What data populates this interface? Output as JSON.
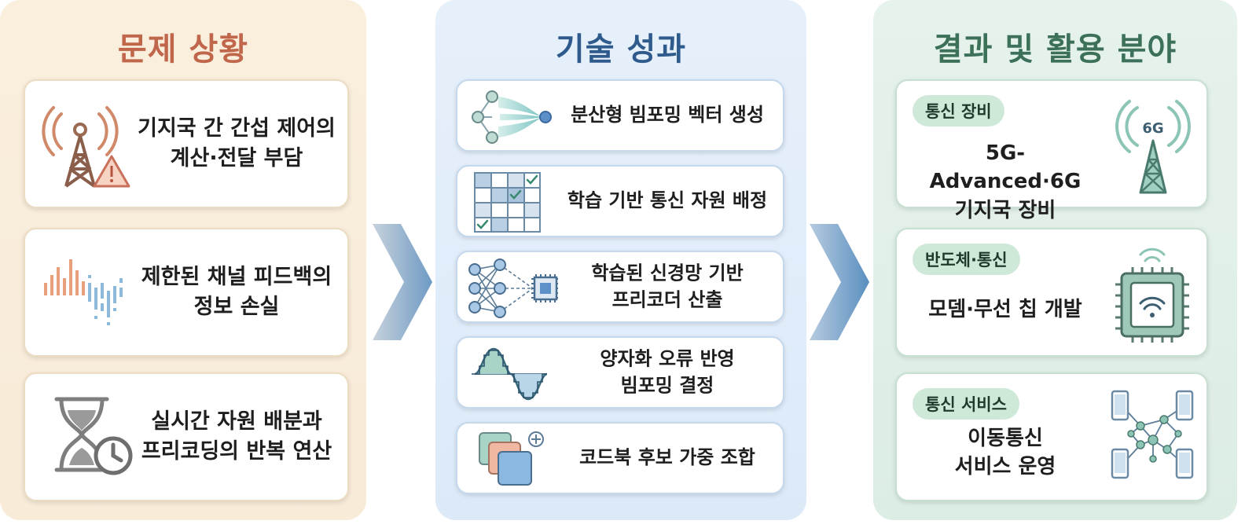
{
  "colors": {
    "problem_bg": "#f8ebd8",
    "tech_bg": "#dceaf8",
    "result_bg": "#dcede4",
    "problem_title": "#c0664a",
    "tech_title": "#2e5b8c",
    "result_title": "#3c7058",
    "pill_bg": "#cfe9d8"
  },
  "problem": {
    "title": "문제 상황",
    "cards": [
      {
        "icon": "cell-tower-warning-icon",
        "line1": "기지국 간 간섭 제어의",
        "line2": "계산·전달 부담"
      },
      {
        "icon": "signal-bars-icon",
        "line1": "제한된 채널 피드백의",
        "line2": "정보 손실"
      },
      {
        "icon": "hourglass-clock-icon",
        "line1": "실시간 자원 배분과",
        "line2": "프리코딩의 반복 연산"
      }
    ]
  },
  "tech": {
    "title": "기술 성과",
    "cards": [
      {
        "icon": "beam-fan-icon",
        "line1": "분산형 빔포밍 벡터 생성"
      },
      {
        "icon": "grid-check-icon",
        "line1": "학습 기반 통신 자원 배정"
      },
      {
        "icon": "neural-network-chip-icon",
        "line1": "학습된 신경망 기반",
        "line2": "프리코더 산출"
      },
      {
        "icon": "quantized-wave-icon",
        "line1": "양자화 오류 반영",
        "line2": "빔포밍 결정"
      },
      {
        "icon": "codebook-stack-icon",
        "line1": "코드북 후보 가중 조합"
      }
    ]
  },
  "result": {
    "title": "결과 및 활용 분야",
    "cards": [
      {
        "icon": "6g-tower-icon",
        "tag": "통신 장비",
        "line1": "5G-Advanced·6G",
        "line2": "기지국 장비",
        "badge": "6G"
      },
      {
        "icon": "wifi-chip-icon",
        "tag": "반도체·통신",
        "line1": "모뎀·무선 칩 개발"
      },
      {
        "icon": "device-network-icon",
        "tag": "통신 서비스",
        "line1": "이동통신",
        "line2": "서비스 운영"
      }
    ]
  }
}
